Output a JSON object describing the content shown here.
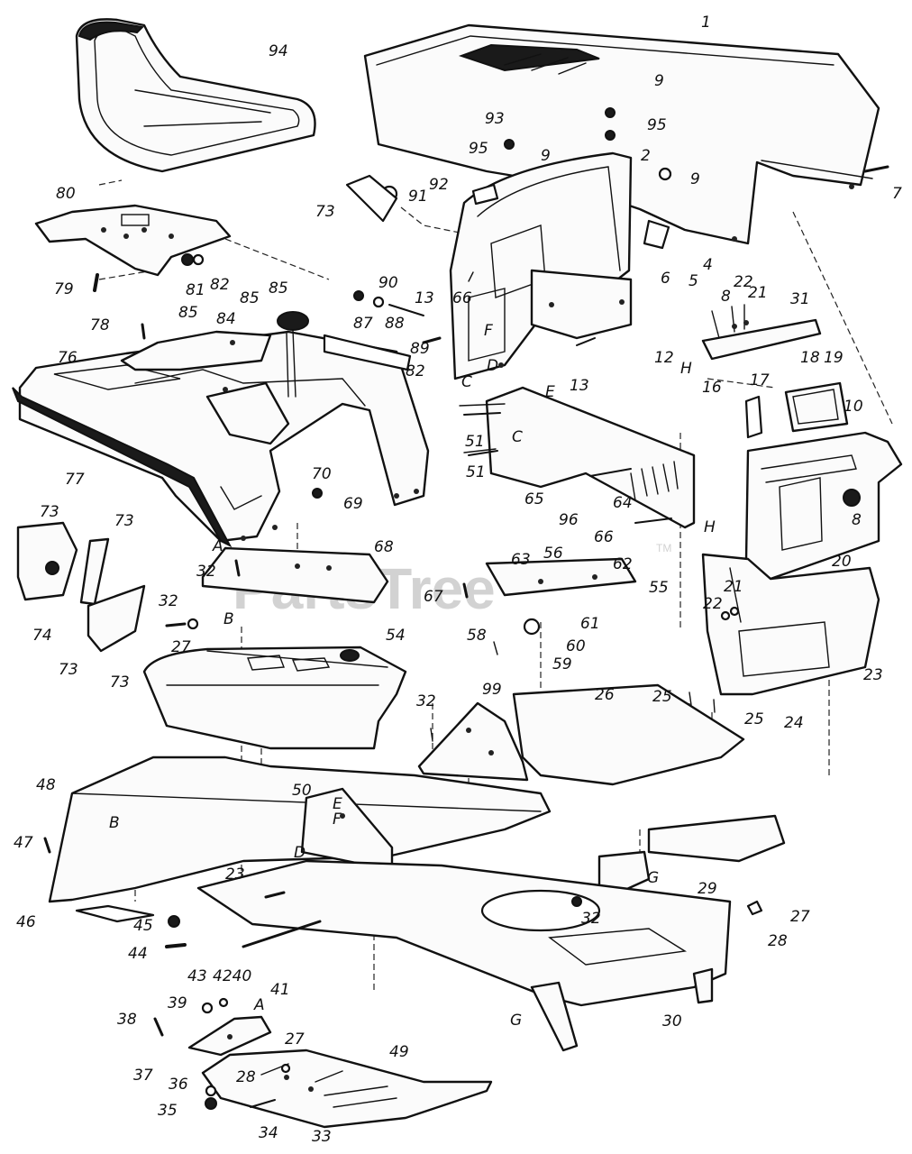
{
  "watermark": {
    "text": "PartsTree",
    "trademark": "TM"
  },
  "callouts": [
    {
      "key": "c1",
      "text": "1"
    },
    {
      "key": "c94",
      "text": "94"
    },
    {
      "key": "c9a",
      "text": "9"
    },
    {
      "key": "c93",
      "text": "93"
    },
    {
      "key": "c95a",
      "text": "95"
    },
    {
      "key": "c95b",
      "text": "95"
    },
    {
      "key": "c9b",
      "text": "9"
    },
    {
      "key": "c2",
      "text": "2"
    },
    {
      "key": "c9c",
      "text": "9"
    },
    {
      "key": "c7",
      "text": "7"
    },
    {
      "key": "c80",
      "text": "80"
    },
    {
      "key": "c92",
      "text": "92"
    },
    {
      "key": "c91",
      "text": "91"
    },
    {
      "key": "c73a",
      "text": "73"
    },
    {
      "key": "c79",
      "text": "79"
    },
    {
      "key": "c81",
      "text": "81"
    },
    {
      "key": "c82a",
      "text": "82"
    },
    {
      "key": "c85a",
      "text": "85"
    },
    {
      "key": "c85b",
      "text": "85"
    },
    {
      "key": "c90",
      "text": "90"
    },
    {
      "key": "c13a",
      "text": "13"
    },
    {
      "key": "c66a",
      "text": "66"
    },
    {
      "key": "c6",
      "text": "6"
    },
    {
      "key": "c4",
      "text": "4"
    },
    {
      "key": "c5",
      "text": "5"
    },
    {
      "key": "c22a",
      "text": "22"
    },
    {
      "key": "c8a",
      "text": "8"
    },
    {
      "key": "c21a",
      "text": "21"
    },
    {
      "key": "c31",
      "text": "31"
    },
    {
      "key": "c78",
      "text": "78"
    },
    {
      "key": "c85c",
      "text": "85"
    },
    {
      "key": "c84",
      "text": "84"
    },
    {
      "key": "c87",
      "text": "87"
    },
    {
      "key": "c88",
      "text": "88"
    },
    {
      "key": "cFa",
      "text": "F"
    },
    {
      "key": "c12",
      "text": "12"
    },
    {
      "key": "cH1",
      "text": "H"
    },
    {
      "key": "c76",
      "text": "76"
    },
    {
      "key": "cDa",
      "text": "D"
    },
    {
      "key": "c89",
      "text": "89"
    },
    {
      "key": "c82b",
      "text": "82"
    },
    {
      "key": "cCa",
      "text": "C"
    },
    {
      "key": "c13b",
      "text": "13"
    },
    {
      "key": "c18",
      "text": "18"
    },
    {
      "key": "c19",
      "text": "19"
    },
    {
      "key": "c17",
      "text": "17"
    },
    {
      "key": "cE1",
      "text": "E"
    },
    {
      "key": "c16",
      "text": "16"
    },
    {
      "key": "c10",
      "text": "10"
    },
    {
      "key": "c51a",
      "text": "51"
    },
    {
      "key": "cCb",
      "text": "C"
    },
    {
      "key": "c51b",
      "text": "51"
    },
    {
      "key": "c77",
      "text": "77"
    },
    {
      "key": "c70",
      "text": "70"
    },
    {
      "key": "c65",
      "text": "65"
    },
    {
      "key": "c96",
      "text": "96"
    },
    {
      "key": "c64",
      "text": "64"
    },
    {
      "key": "c8b",
      "text": "8"
    },
    {
      "key": "c69",
      "text": "69"
    },
    {
      "key": "c73b",
      "text": "73"
    },
    {
      "key": "c73c",
      "text": "73"
    },
    {
      "key": "c66b",
      "text": "66"
    },
    {
      "key": "cH2",
      "text": "H"
    },
    {
      "key": "c20",
      "text": "20"
    },
    {
      "key": "cA1",
      "text": "A"
    },
    {
      "key": "c68",
      "text": "68"
    },
    {
      "key": "c63",
      "text": "63"
    },
    {
      "key": "c56",
      "text": "56"
    },
    {
      "key": "c62",
      "text": "62"
    },
    {
      "key": "c32a",
      "text": "32"
    },
    {
      "key": "c55",
      "text": "55"
    },
    {
      "key": "c21b",
      "text": "21"
    },
    {
      "key": "c67",
      "text": "67"
    },
    {
      "key": "c22b",
      "text": "22"
    },
    {
      "key": "c32b",
      "text": "32"
    },
    {
      "key": "cB1",
      "text": "B"
    },
    {
      "key": "c74",
      "text": "74"
    },
    {
      "key": "c61",
      "text": "61"
    },
    {
      "key": "c27a",
      "text": "27"
    },
    {
      "key": "c54",
      "text": "54"
    },
    {
      "key": "c58",
      "text": "58"
    },
    {
      "key": "c60",
      "text": "60"
    },
    {
      "key": "c59",
      "text": "59"
    },
    {
      "key": "c73d",
      "text": "73"
    },
    {
      "key": "c73e",
      "text": "73"
    },
    {
      "key": "c23a",
      "text": "23"
    },
    {
      "key": "c99",
      "text": "99"
    },
    {
      "key": "c26",
      "text": "26"
    },
    {
      "key": "c25a",
      "text": "25"
    },
    {
      "key": "c32c",
      "text": "32"
    },
    {
      "key": "c25b",
      "text": "25"
    },
    {
      "key": "c24",
      "text": "24"
    },
    {
      "key": "c48",
      "text": "48"
    },
    {
      "key": "c50",
      "text": "50"
    },
    {
      "key": "cE2",
      "text": "E"
    },
    {
      "key": "cF2",
      "text": "F"
    },
    {
      "key": "cB2",
      "text": "B"
    },
    {
      "key": "c47",
      "text": "47"
    },
    {
      "key": "cD2",
      "text": "D"
    },
    {
      "key": "cG1",
      "text": "G"
    },
    {
      "key": "c29",
      "text": "29"
    },
    {
      "key": "c23b",
      "text": "23"
    },
    {
      "key": "c46",
      "text": "46"
    },
    {
      "key": "c45",
      "text": "45"
    },
    {
      "key": "c32d",
      "text": "32"
    },
    {
      "key": "c27b",
      "text": "27"
    },
    {
      "key": "c28a",
      "text": "28"
    },
    {
      "key": "c44",
      "text": "44"
    },
    {
      "key": "c43",
      "text": "43"
    },
    {
      "key": "c4240",
      "text": "4240"
    },
    {
      "key": "c41",
      "text": "41"
    },
    {
      "key": "c39",
      "text": "39"
    },
    {
      "key": "cA2",
      "text": "A"
    },
    {
      "key": "c38",
      "text": "38"
    },
    {
      "key": "cG2",
      "text": "G"
    },
    {
      "key": "c30",
      "text": "30"
    },
    {
      "key": "c27c",
      "text": "27"
    },
    {
      "key": "c49",
      "text": "49"
    },
    {
      "key": "c37",
      "text": "37"
    },
    {
      "key": "c28b",
      "text": "28"
    },
    {
      "key": "c36",
      "text": "36"
    },
    {
      "key": "c35",
      "text": "35"
    },
    {
      "key": "c34",
      "text": "34"
    },
    {
      "key": "c33",
      "text": "33"
    }
  ]
}
